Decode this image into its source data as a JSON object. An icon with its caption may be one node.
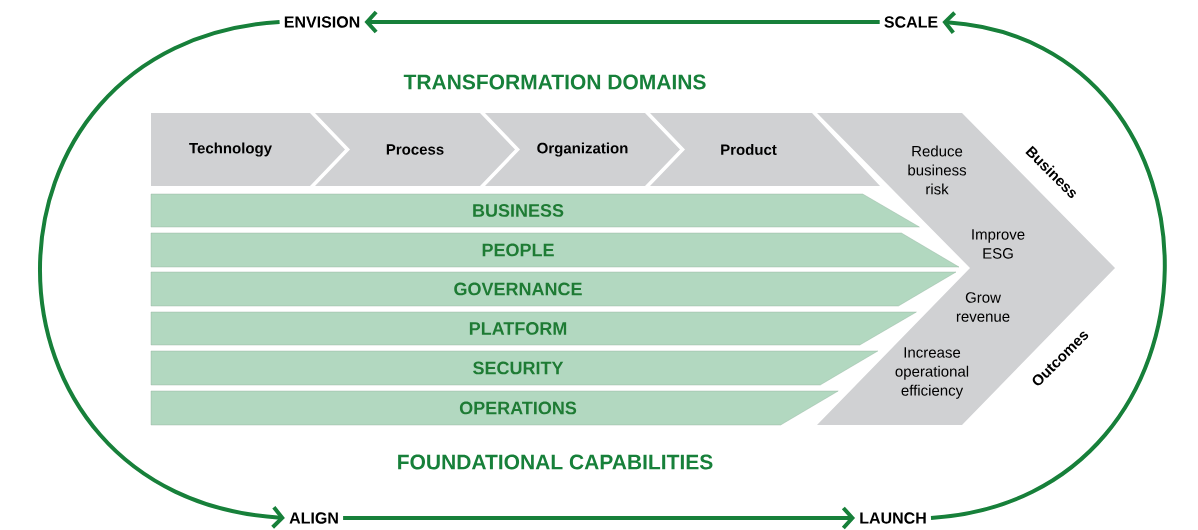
{
  "diagram": {
    "nodes": [
      {
        "text": [
          "ENVISION"
        ]
      },
      {
        "text": [
          "SCALE"
        ]
      },
      {
        "text": [
          "Technology"
        ]
      },
      {
        "text": [
          "Process"
        ]
      },
      {
        "text": [
          "Organization"
        ]
      },
      {
        "text": [
          "Product"
        ]
      },
      {
        "text": [
          "Reduce business risk",
          "Improve ESG",
          "Grow revenue",
          "Increase operational efficiency"
        ],
        "beside": [
          "Business",
          "Outcomes"
        ]
      },
      {
        "text": [
          "BUSINESS"
        ]
      },
      {
        "text": [
          "PEOPLE"
        ]
      },
      {
        "text": [
          "GOVERNANCE"
        ]
      },
      {
        "text": [
          "PLATFORM"
        ]
      },
      {
        "text": [
          "SECURITY"
        ]
      },
      {
        "text": [
          "OPERATIONS"
        ]
      },
      {
        "text": [
          "ALIGN"
        ]
      },
      {
        "text": [
          "LAUNCH"
        ]
      }
    ],
    "edges": [
      {
        "from": 1,
        "to": 0,
        "arrow": "to"
      },
      {
        "from": 0,
        "to": 13,
        "arrow": "to"
      },
      {
        "from": 13,
        "to": 14,
        "arrow": "to"
      },
      {
        "from": 14,
        "to": 1,
        "arrow": "to"
      }
    ],
    "labels": [
      "TRANSFORMATION DOMAINS",
      "FOUNDATIONAL CAPABILITIES"
    ]
  }
}
